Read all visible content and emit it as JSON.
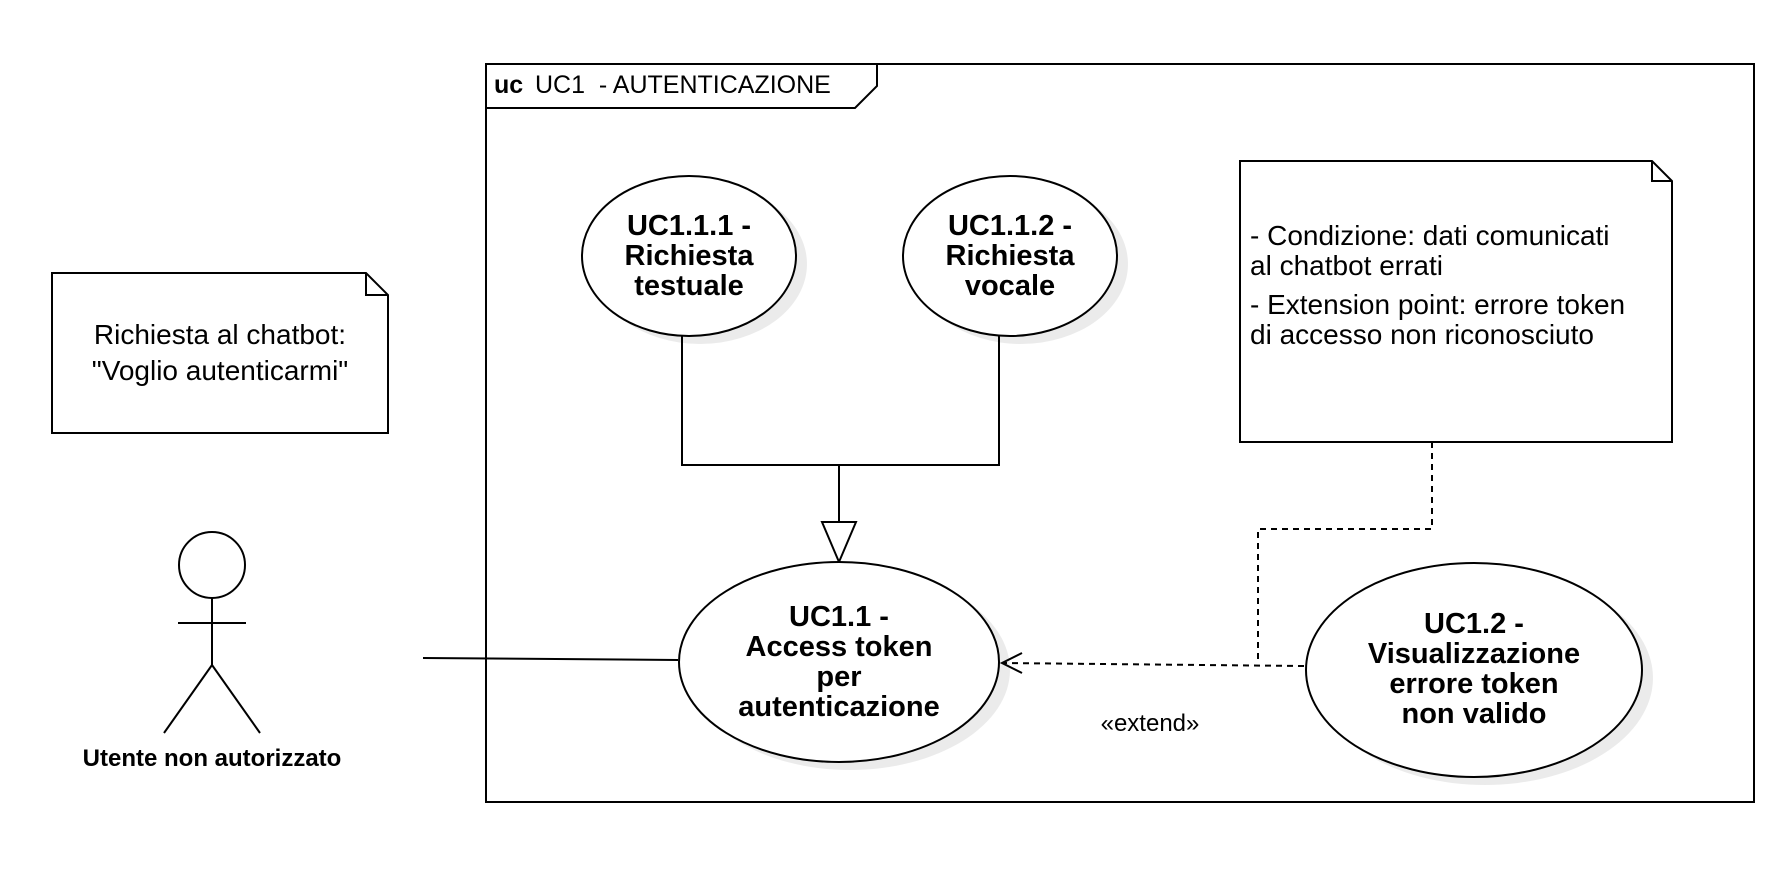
{
  "frame": {
    "keyword": "uc",
    "title": "UC1  - AUTENTICAZIONE"
  },
  "actor": {
    "name": "Utente non autorizzato"
  },
  "notes": {
    "request": [
      "Richiesta al chatbot:",
      "\"Voglio autenticarmi\""
    ],
    "extension": [
      "- Condizione: dati comunicati",
      "al chatbot errati",
      "- Extension point: errore token",
      "di accesso non riconosciuto"
    ]
  },
  "use_cases": {
    "uc111": [
      "UC1.1.1 -",
      "Richiesta",
      "testuale"
    ],
    "uc112": [
      "UC1.1.2 -",
      "Richiesta",
      "vocale"
    ],
    "uc11": [
      "UC1.1 -",
      "Access token",
      "per",
      "autenticazione"
    ],
    "uc12": [
      "UC1.2 -",
      "Visualizzazione",
      "errore token",
      "non valido"
    ]
  },
  "relations": {
    "extend_label": "«extend»"
  }
}
